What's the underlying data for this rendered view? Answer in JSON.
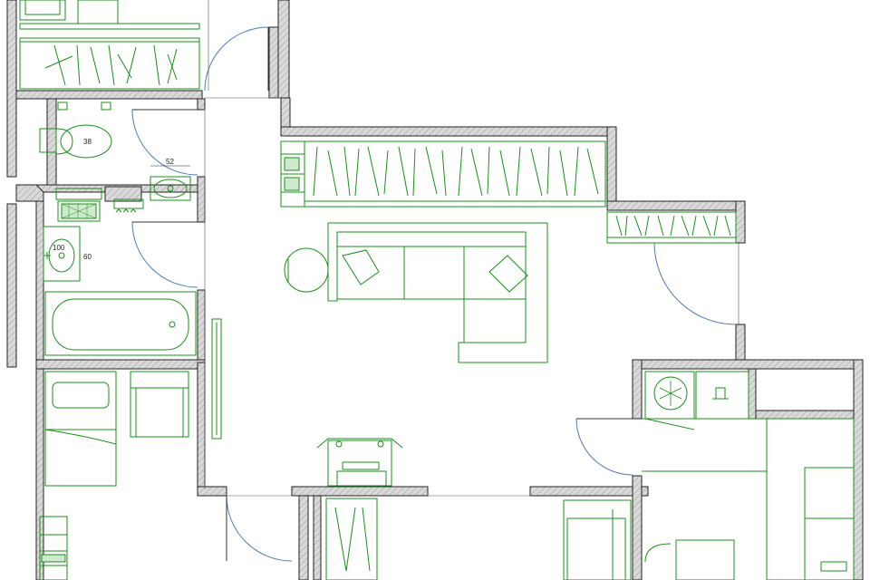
{
  "colors": {
    "wall_fill": "#d9d9d9",
    "wall_stroke": "#222222",
    "furniture": "#1a8f1a",
    "door_arc": "#4f79b8",
    "background": "#ffffff"
  },
  "dimensions": {
    "wc_bowl": "38",
    "sink_width": "52",
    "basin_width": "100",
    "basin_depth": "60"
  }
}
